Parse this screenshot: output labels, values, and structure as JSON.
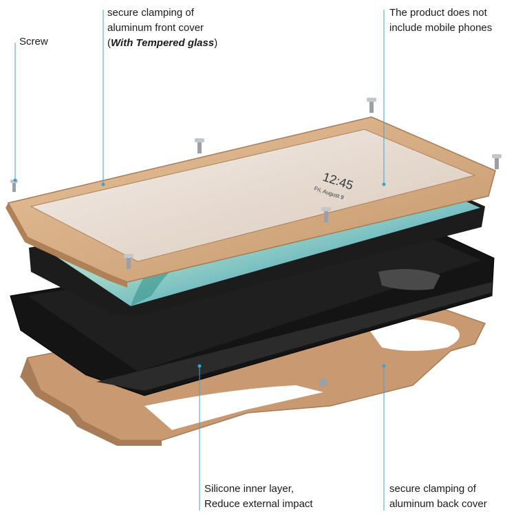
{
  "callouts": {
    "screw": "Screw",
    "front_cover": {
      "line1": "secure clamping of",
      "line2": "aluminum front cover",
      "paren_open": "(",
      "emphasis": "With Tempered glass",
      "paren_close": ")"
    },
    "no_phone": {
      "line1": "The product does not",
      "line2": "include mobile phones"
    },
    "silicone": {
      "line1": "Silicone inner layer,",
      "line2": "Reduce external impact"
    },
    "back_cover": {
      "line1": "secure clamping of",
      "line2": "aluminum back cover"
    }
  },
  "phone_screen": {
    "time": "12:45",
    "date": "Fri, August 9"
  },
  "colors": {
    "leader_line": "#3aa3d8",
    "gold_frame": "#d6a97c",
    "gold_shadow": "#b08156",
    "back_plate": "#c99a72",
    "silicone": "#141414",
    "screw": "#9aa0a6"
  }
}
